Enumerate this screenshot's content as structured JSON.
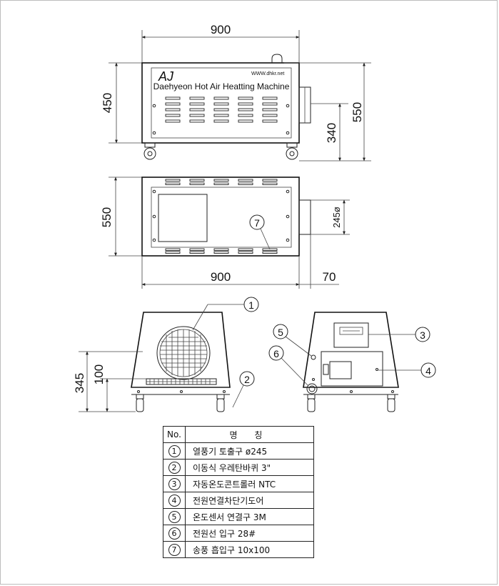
{
  "top_view": {
    "width_dim": "900",
    "height_dim": "450",
    "outlet_dim": "340",
    "total_height_dim": "550",
    "website": "WWW.dhkr.net",
    "logo_glyph": "AJ",
    "product_name": "Daehyeon Hot Air Heatting Machine"
  },
  "middle_view": {
    "height_dim": "550",
    "duct_dim": "245ø",
    "width_dim": "900",
    "duct_length_dim": "70",
    "callout": "7"
  },
  "front_view": {
    "height_dim": "345",
    "inlet_dim": "100",
    "callouts": [
      "1",
      "2"
    ]
  },
  "side_view": {
    "callouts": [
      "3",
      "4",
      "5",
      "6"
    ]
  },
  "parts_table": {
    "header_no": "No.",
    "header_name": "명 칭",
    "rows": [
      {
        "no": "1",
        "name": "열풍기 토출구  ø245"
      },
      {
        "no": "2",
        "name": "이동식 우레탄바퀴 3\""
      },
      {
        "no": "3",
        "name": "자동온도콘트롤러 NTC"
      },
      {
        "no": "4",
        "name": "전원연결차단기도어"
      },
      {
        "no": "5",
        "name": "온도센서 연결구 3M"
      },
      {
        "no": "6",
        "name": "전원선 입구 28#"
      },
      {
        "no": "7",
        "name": "송풍 흡입구 10x100"
      }
    ]
  }
}
